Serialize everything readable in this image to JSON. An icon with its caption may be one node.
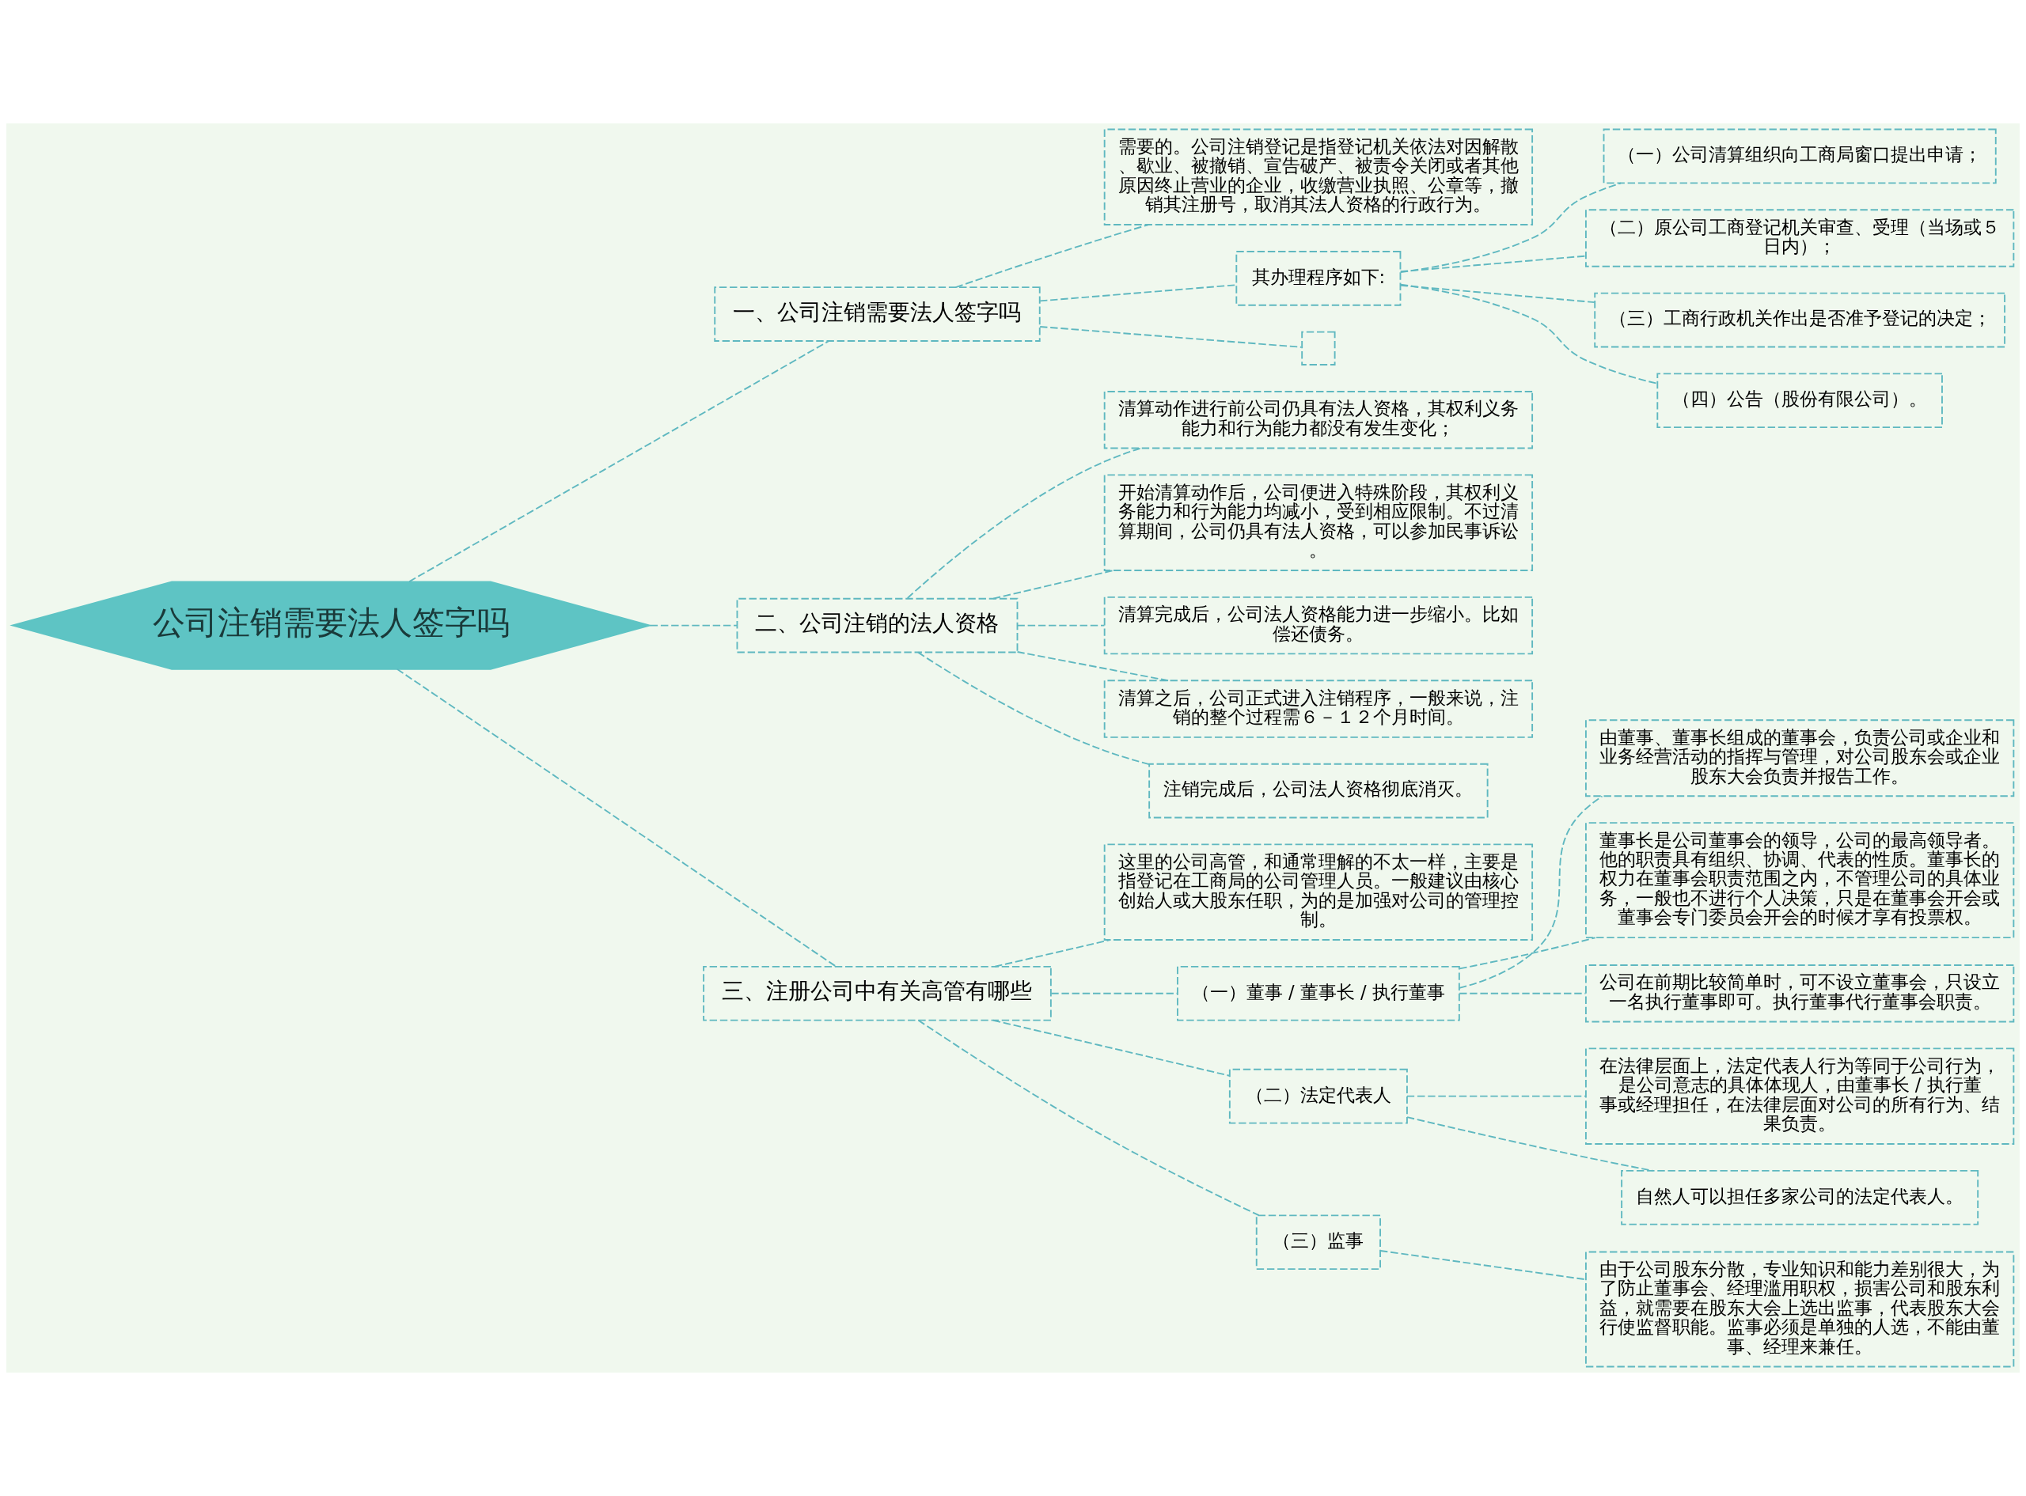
{
  "diagram": {
    "nodes": [
      {
        "text": [
          "公司注销需要法人签字吗"
        ]
      },
      {
        "text": [
          "一、公司注销需要法人签字吗"
        ]
      },
      {
        "text": [
          "需要的。公司注销登记是指登记机关依法对因解散、歇业、被撤销、宣告破产、被责令关闭或者其他原因终止营业的企业，收缴营业执照、公章等，撤销其注册号，取消其法人资格的行政行为。"
        ]
      },
      {
        "text": [
          "其办理程序如下:"
        ]
      },
      {
        "text": [
          "（一）公司清算组织向工商局窗口提出申请；"
        ]
      },
      {
        "text": [
          "（二）原公司工商登记机关审查、受理（当场或５日内）；"
        ]
      },
      {
        "text": [
          "（三）工商行政机关作出是否准予登记的决定；"
        ]
      },
      {
        "text": [
          "（四）公告（股份有限公司）。"
        ]
      },
      {
        "text": [],
        "shape": "box"
      },
      {
        "text": [
          "二、公司注销的法人资格"
        ]
      },
      {
        "text": [
          "清算动作进行前公司仍具有法人资格，其权利义务能力和行为能力都没有发生变化；"
        ]
      },
      {
        "text": [
          "开始清算动作后，公司便进入特殊阶段，其权利义务能力和行为能力均减小，受到相应限制。不过清算期间，公司仍具有法人资格，可以参加民事诉讼。"
        ]
      },
      {
        "text": [
          "清算完成后，公司法人资格能力进一步缩小。比如偿还债务。"
        ]
      },
      {
        "text": [
          "清算之后，公司正式进入注销程序，一般来说，注销的整个过程需６－１２个月时间。"
        ]
      },
      {
        "text": [
          "注销完成后，公司法人资格彻底消灭。"
        ]
      },
      {
        "text": [
          "三、注册公司中有关高管有哪些"
        ]
      },
      {
        "text": [
          "这里的公司高管，和通常理解的不太一样，主要是指登记在工商局的公司管理人员。一般建议由核心创始人或大股东任职，为的是加强对公司的管理控制。"
        ]
      },
      {
        "text": [
          "（一）董事 / 董事长 / 执行董事"
        ]
      },
      {
        "text": [
          "由董事、董事长组成的董事会，负责公司或企业和业务经营活动的指挥与管理，对公司股东会或企业股东大会负责并报告工作。"
        ]
      },
      {
        "text": [
          "董事长是公司董事会的领导，公司的最高领导者。他的职责具有组织、协调、代表的性质。董事长的权力在董事会职责范围之内，不管理公司的具体业务，一般也不进行个人决策，只是在董事会开会或董事会专门委员会开会的时候才享有投票权。"
        ]
      },
      {
        "text": [
          "公司在前期比较简单时，可不设立董事会，只设立一名执行董事即可。执行董事代行董事会职责。"
        ]
      },
      {
        "text": [
          "（二）法定代表人"
        ]
      },
      {
        "text": [
          "在法律层面上，法定代表人行为等同于公司行为，是公司意志的具体体现人，由董事长 / 执行董事或经理担任，在法律层面对公司的所有行为、结果负责。"
        ]
      },
      {
        "text": [
          "自然人可以担任多家公司的法定代表人。"
        ]
      },
      {
        "text": [
          "（三）监事"
        ]
      },
      {
        "text": [
          "由于公司股东分散，专业知识和能力差别很大，为了防止董事会、经理滥用职权，损害公司和股东利益，就需要在股东大会上选出监事，代表股东大会行使监督职能。监事必须是单独的人选，不能由董事、经理来兼任。"
        ]
      }
    ],
    "edges": [
      {
        "from": 0,
        "to": 1,
        "arrow": "none"
      },
      {
        "from": 1,
        "to": 2,
        "arrow": "none"
      },
      {
        "from": 1,
        "to": 3,
        "arrow": "none"
      },
      {
        "from": 3,
        "to": 4,
        "arrow": "none"
      },
      {
        "from": 3,
        "to": 5,
        "arrow": "none"
      },
      {
        "from": 3,
        "to": 6,
        "arrow": "none"
      },
      {
        "from": 3,
        "to": 7,
        "arrow": "none"
      },
      {
        "from": 1,
        "to": 8,
        "arrow": "none"
      },
      {
        "from": 0,
        "to": 9,
        "arrow": "none"
      },
      {
        "from": 9,
        "to": 10,
        "arrow": "none"
      },
      {
        "from": 9,
        "to": 11,
        "arrow": "none"
      },
      {
        "from": 9,
        "to": 12,
        "arrow": "none"
      },
      {
        "from": 9,
        "to": 13,
        "arrow": "none"
      },
      {
        "from": 9,
        "to": 14,
        "arrow": "none"
      },
      {
        "from": 0,
        "to": 15,
        "arrow": "none"
      },
      {
        "from": 15,
        "to": 16,
        "arrow": "none"
      },
      {
        "from": 15,
        "to": 17,
        "arrow": "none"
      },
      {
        "from": 17,
        "to": 18,
        "arrow": "none"
      },
      {
        "from": 17,
        "to": 19,
        "arrow": "none"
      },
      {
        "from": 17,
        "to": 20,
        "arrow": "none"
      },
      {
        "from": 15,
        "to": 21,
        "arrow": "none"
      },
      {
        "from": 21,
        "to": 22,
        "arrow": "none"
      },
      {
        "from": 21,
        "to": 23,
        "arrow": "none"
      },
      {
        "from": 15,
        "to": 24,
        "arrow": "none"
      },
      {
        "from": 24,
        "to": 25,
        "arrow": "none"
      }
    ]
  }
}
